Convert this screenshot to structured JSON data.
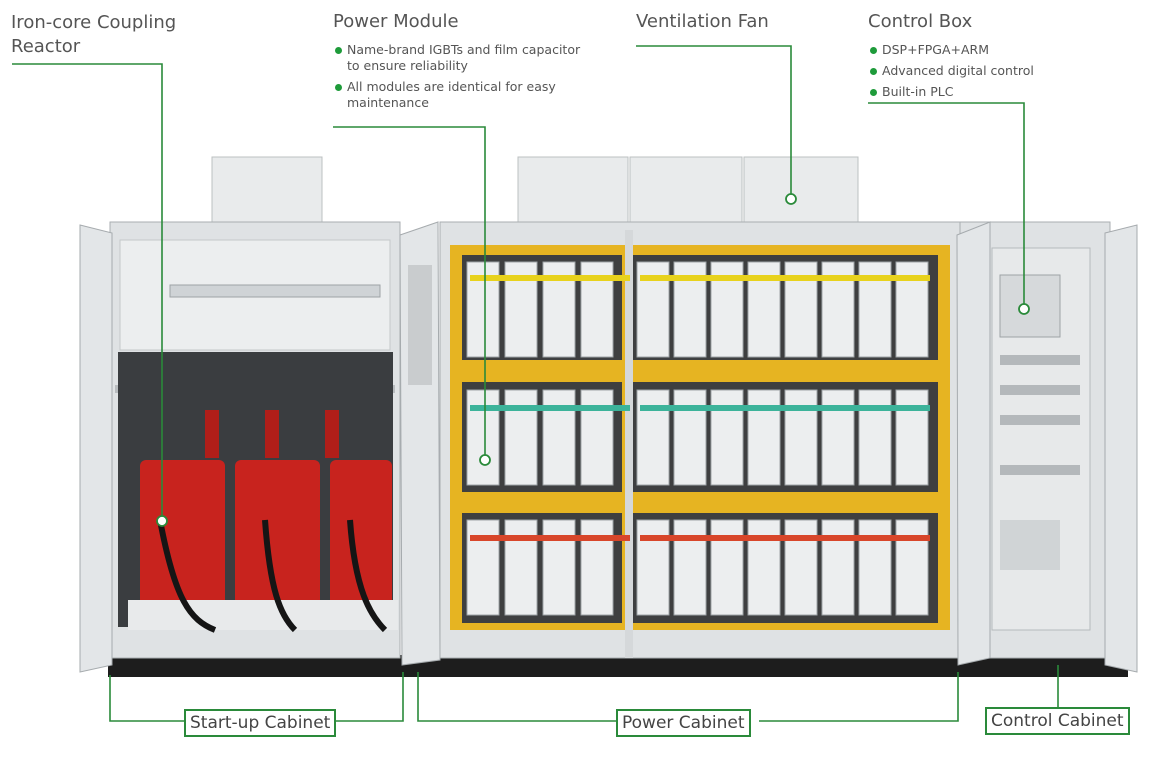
{
  "labels": {
    "reactor": "Iron-core Coupling Reactor",
    "reactor_line1": "Iron-core Coupling",
    "reactor_line2": "Reactor",
    "power_module": "Power Module",
    "ventilation_fan": "Ventilation Fan",
    "control_box": "Control Box"
  },
  "power_module_bullets": [
    "Name-brand IGBTs and film capacitor to ensure reliability",
    "All modules are identical for easy maintenance"
  ],
  "control_box_bullets": [
    "DSP+FPGA+ARM",
    "Advanced digital control",
    "Built-in PLC"
  ],
  "cabinets": {
    "startup": "Start-up Cabinet",
    "power": "Power Cabinet",
    "control": "Control Cabinet"
  },
  "colors": {
    "leader_line": "#2a8a3a",
    "bullet": "#1e9b3a",
    "frame_yellow": "#e6b422",
    "transformer_red": "#c8231e",
    "cabinet_gray": "#dcdfe1"
  }
}
